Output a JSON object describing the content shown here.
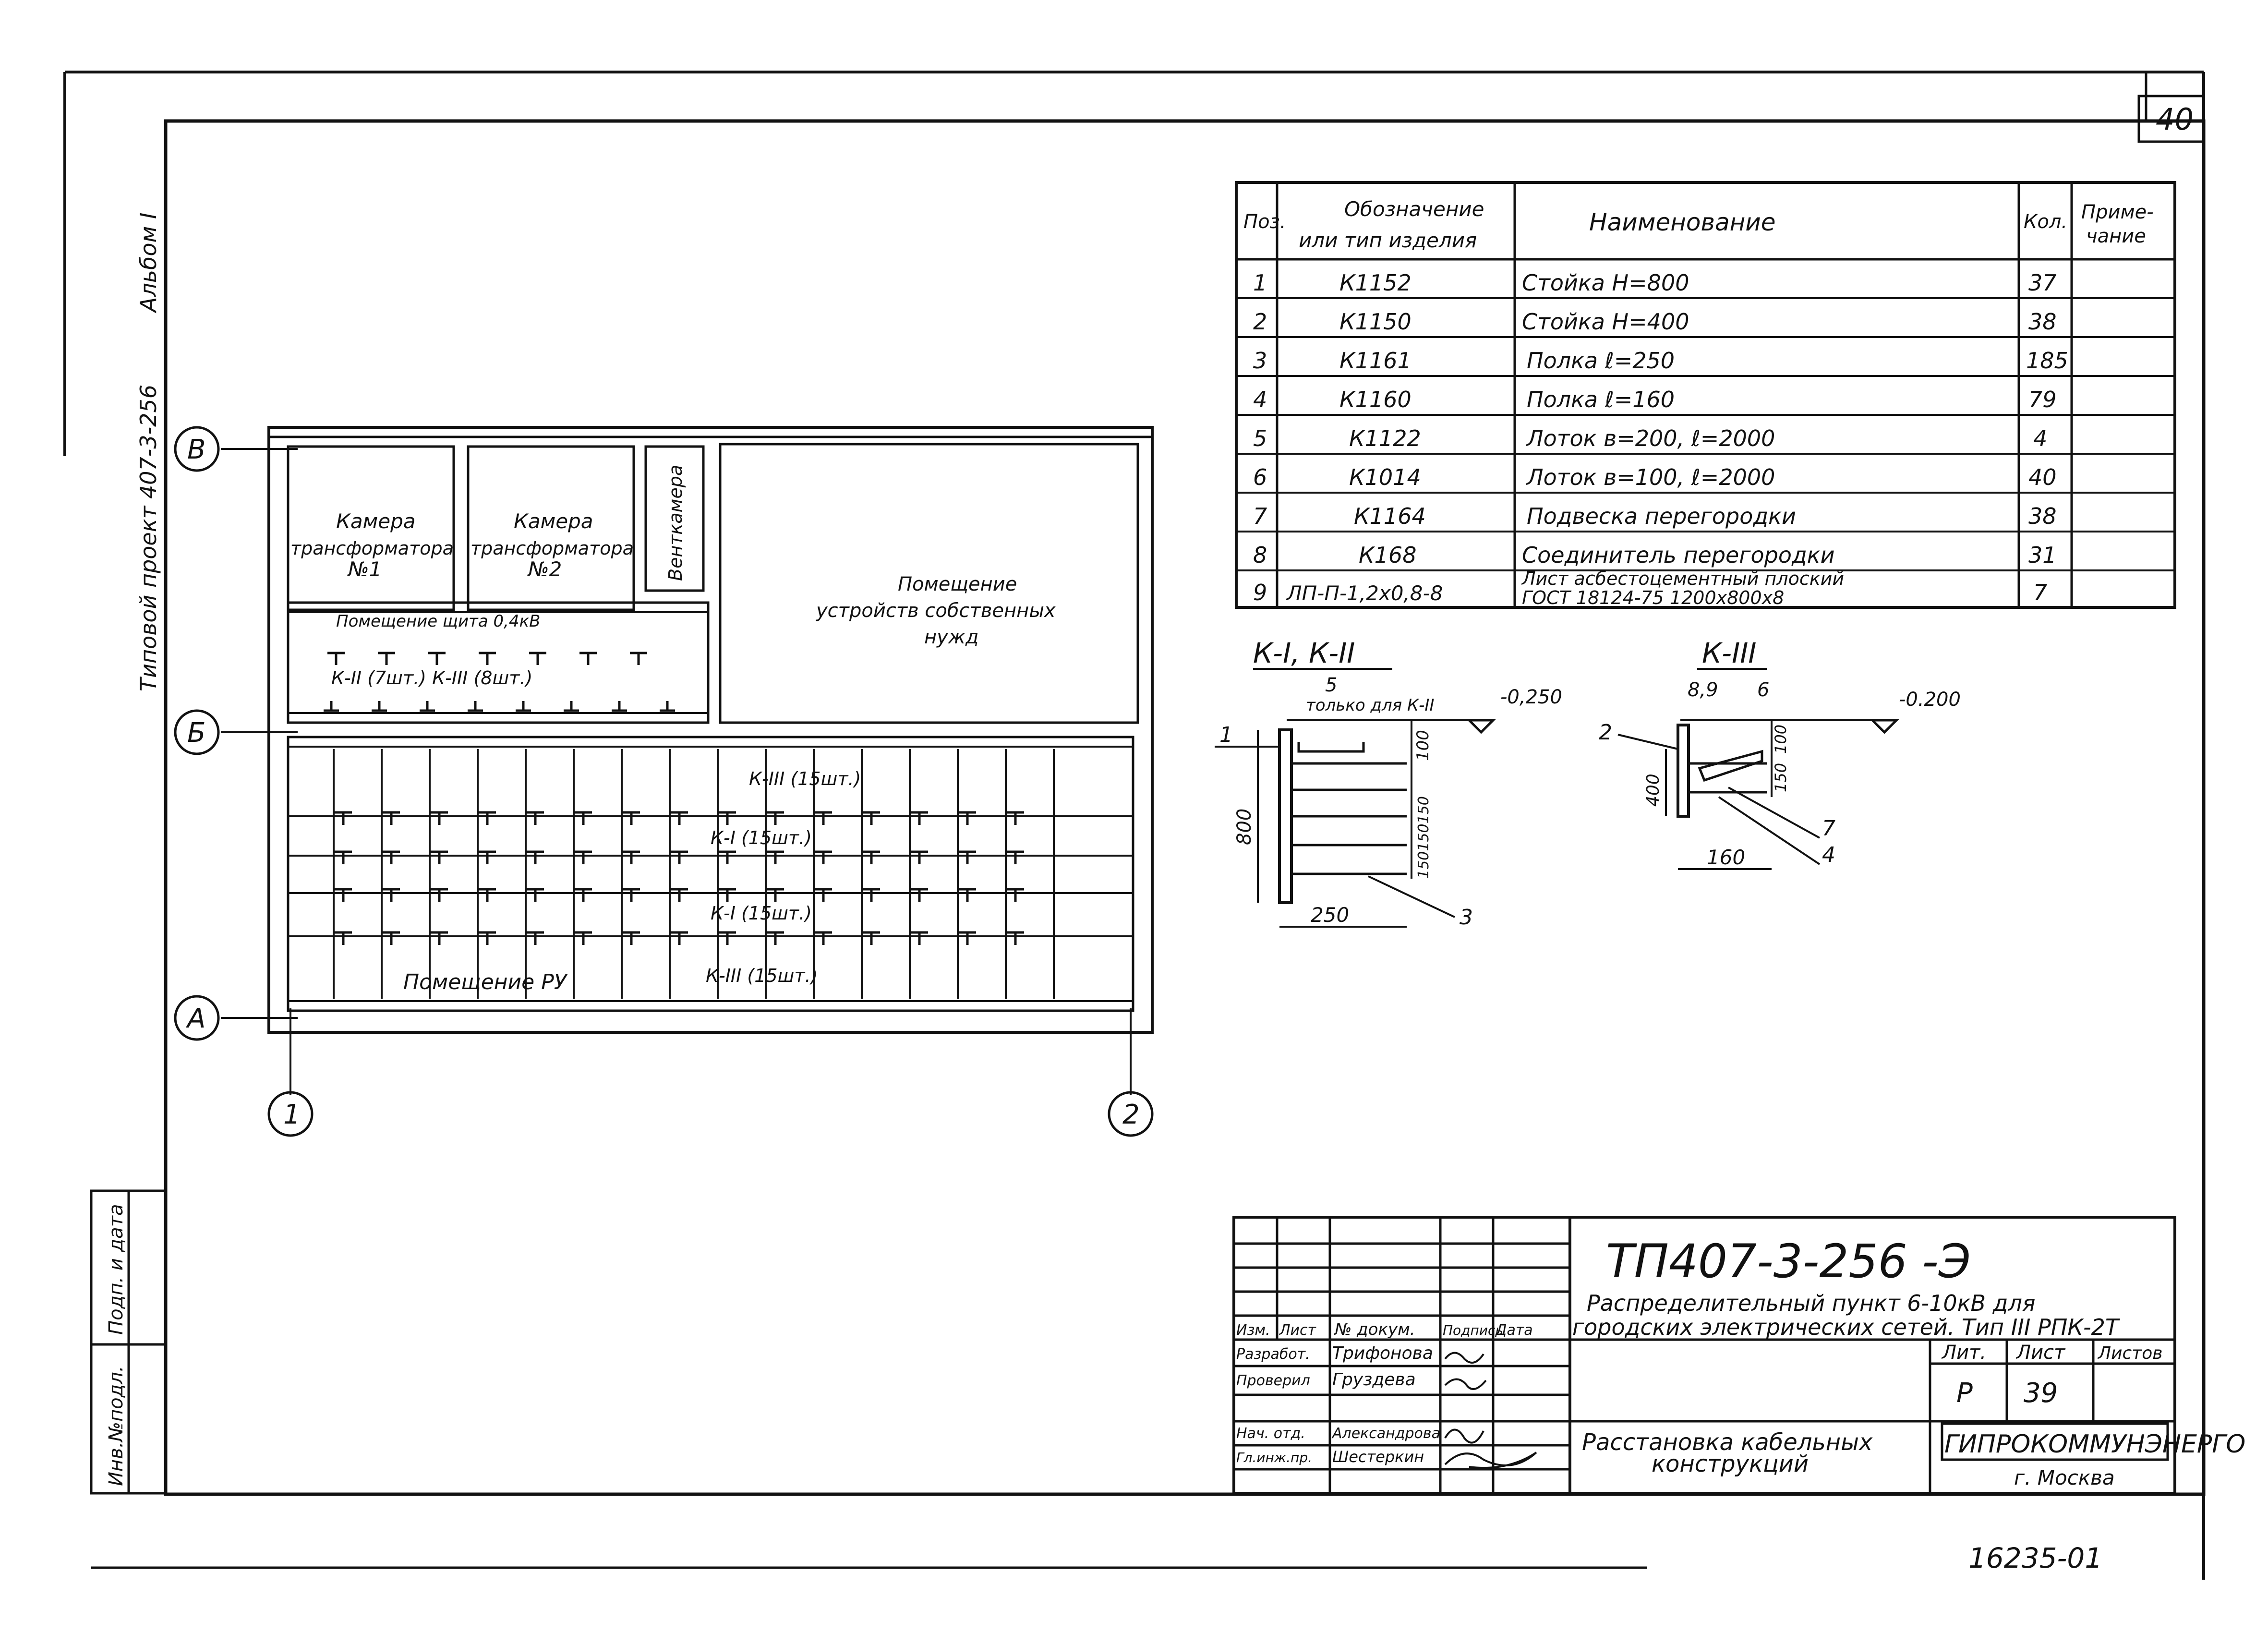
{
  "sheet": {
    "page_number": "40",
    "side_label_1": "Альбом I",
    "side_label_2": "Типовой проект 407-3-256",
    "bottom_code": "16235-01"
  },
  "spec_table": {
    "headers": {
      "pos": "Поз.",
      "designation_1": "Обозначение",
      "designation_2": "или тип изделия",
      "name": "Наименование",
      "qty": "Кол.",
      "note_1": "Приме-",
      "note_2": "чание"
    },
    "rows": [
      {
        "pos": "1",
        "designation": "К1152",
        "name": "Стойка Н=800",
        "qty": "37"
      },
      {
        "pos": "2",
        "designation": "К1150",
        "name": "Стойка Н=400",
        "qty": "38"
      },
      {
        "pos": "3",
        "designation": "К1161",
        "name": "Полка ℓ=250",
        "qty": "185"
      },
      {
        "pos": "4",
        "designation": "К1160",
        "name": "Полка ℓ=160",
        "qty": "79"
      },
      {
        "pos": "5",
        "designation": "К1122",
        "name": "Лоток в=200, ℓ=2000",
        "qty": "4"
      },
      {
        "pos": "6",
        "designation": "К1014",
        "name": "Лоток в=100, ℓ=2000",
        "qty": "40"
      },
      {
        "pos": "7",
        "designation": "К1164",
        "name": "Подвеска перегородки",
        "qty": "38"
      },
      {
        "pos": "8",
        "designation": "К168",
        "name": "Соединитель перегородки",
        "qty": "31"
      },
      {
        "pos": "9",
        "designation": "ЛП-П-1,2х0,8-8",
        "name_1": "Лист асбестоцементный плоский",
        "name_2": "ГОСТ 18124-75 1200х800х8",
        "qty": "7"
      }
    ]
  },
  "plan": {
    "axis_v": "В",
    "axis_b": "Б",
    "axis_a": "А",
    "axis_1": "1",
    "axis_2": "2",
    "room_cam1_1": "Камера",
    "room_cam1_2": "трансформатора",
    "room_cam1_3": "№1",
    "room_cam2_1": "Камера",
    "room_cam2_2": "трансформатора",
    "room_cam2_3": "№2",
    "room_vent": "Венткамера",
    "room_aux_1": "Помещение",
    "room_aux_2": "устройств собственных",
    "room_aux_3": "нужд",
    "room_shield": "Помещение щита 0,4кВ",
    "label_shield": "К-II (7шт.)   К-III (8шт.)",
    "label_row1": "К-III (15шт.)",
    "label_row2": "К-I (15шт.)",
    "label_row3": "К-I (15шт.)",
    "label_row4": "К-III (15шт.)",
    "room_ru": "Помещение РУ"
  },
  "detail_k1": {
    "title": "К-I, К-II",
    "note_5": "5",
    "note_only": "только для К-II",
    "level": "-0,250",
    "dim_800": "800",
    "dim_100": "100",
    "dim_150": "150150150",
    "dim_250": "250",
    "callout_1": "1",
    "callout_3": "3"
  },
  "detail_k3": {
    "title": "К-III",
    "callout_89": "8,9",
    "callout_6": "6",
    "level": "-0.200",
    "callout_2": "2",
    "dim_400": "400",
    "dim_100": "100",
    "dim_150": "150",
    "dim_160": "160",
    "callout_7": "7",
    "callout_4": "4"
  },
  "title_block": {
    "code": "ТП407-3-256    -Э",
    "desc_1": "Распределительный пункт 6-10кВ для",
    "desc_2": "городских электрических сетей. Тип III РПК-2Т",
    "col_izm": "Изм.",
    "col_list": "Лист",
    "col_doc": "№ докум.",
    "col_sign": "Подпись",
    "col_date": "Дата",
    "role_1": "Разработ.",
    "name_1": "Трифонова",
    "role_2": "Проверил",
    "name_2": "Груздева",
    "role_3": "Нач. отд.",
    "name_3": "Александрова",
    "role_4": "Гл.инж.пр.",
    "name_4": "Шестеркин",
    "lit_label": "Лит.",
    "sheet_label": "Лист",
    "sheets_label": "Листов",
    "lit_value": "Р",
    "sheet_value": "39",
    "drawing_name_1": "Расстановка кабельных",
    "drawing_name_2": "конструкций",
    "org": "ГИПРОКОММУНЭНЕРГО",
    "city": "г. Москва"
  },
  "stamp": {
    "inv": "Инв.№подл.",
    "sign_date": "Подп. и дата"
  }
}
